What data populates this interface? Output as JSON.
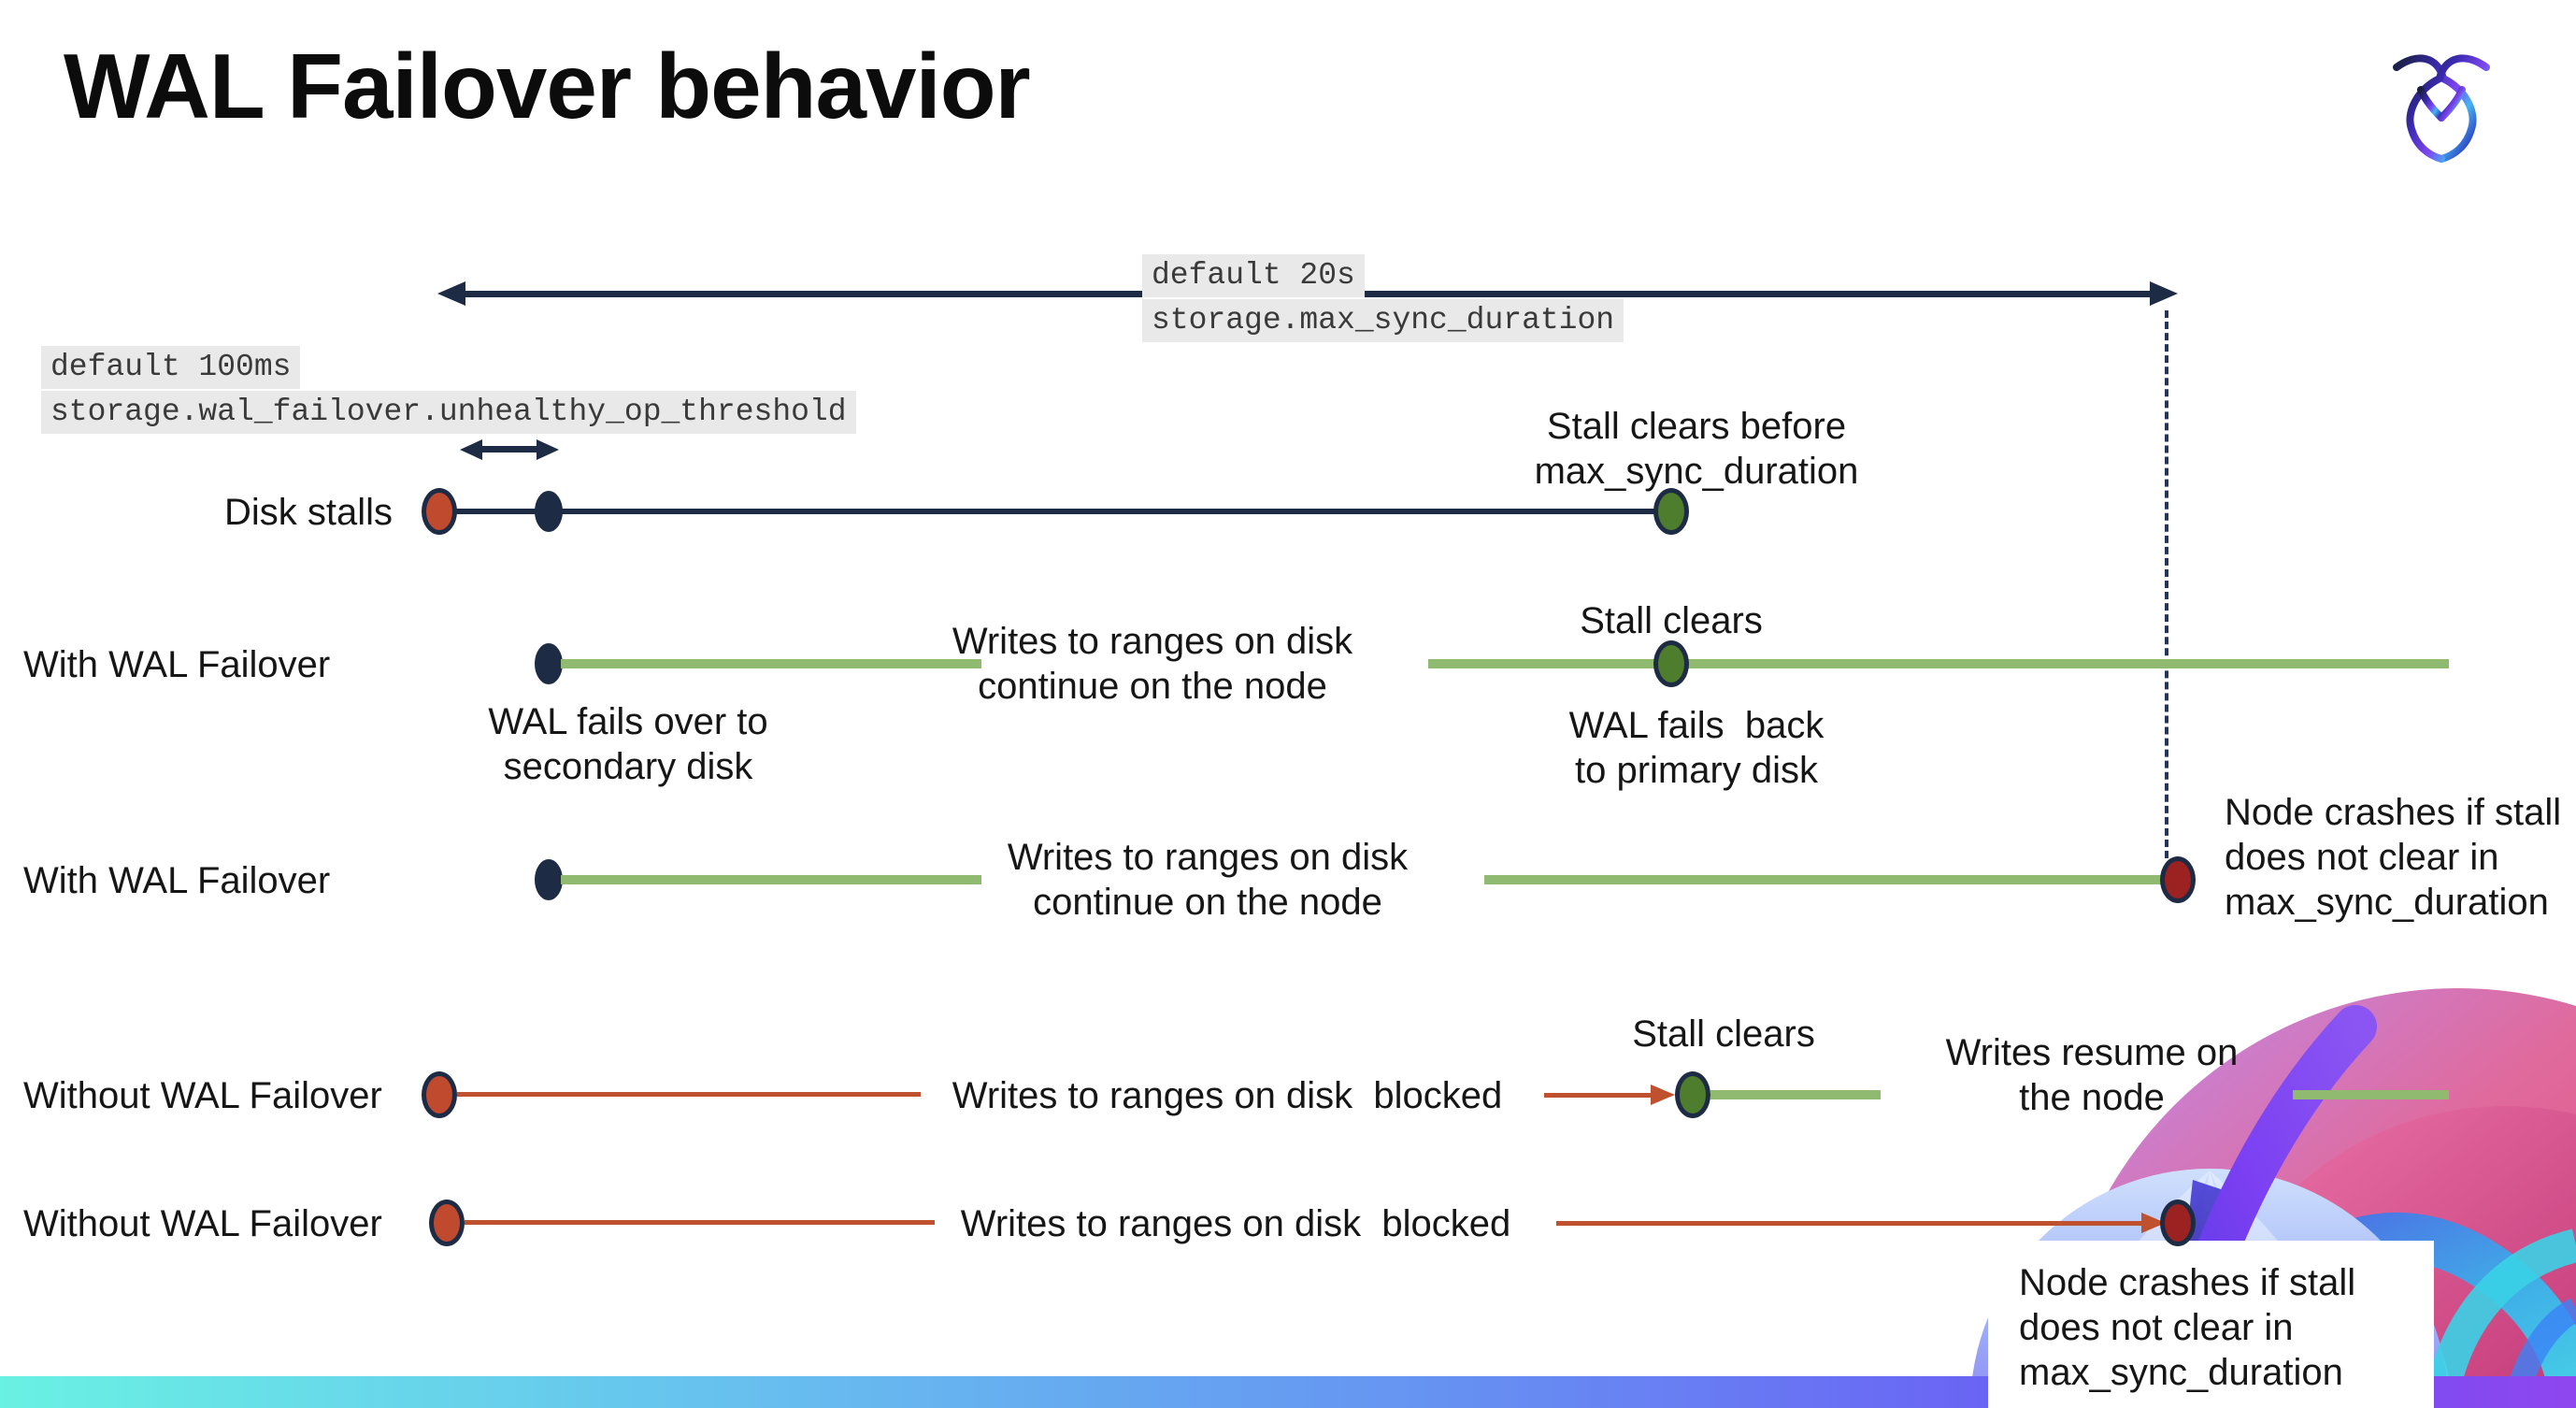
{
  "title": "WAL Failover behavior",
  "logo": {
    "name": "cockroachdb-logo"
  },
  "annotations": {
    "max_sync_duration": {
      "default_label": "default 20s",
      "setting": "storage.max_sync_duration"
    },
    "unhealthy_op_threshold": {
      "default_label": "default 100ms",
      "setting": "storage.wal_failover.unhealthy_op_threshold"
    }
  },
  "rows": [
    {
      "label": "Disk stalls",
      "note": "Stall clears before\nmax_sync_duration"
    },
    {
      "label": "With WAL Failover",
      "writes": "Writes to ranges on disk\ncontinue on the node",
      "stall": "Stall clears",
      "failover": "WAL fails over to\nsecondary disk",
      "failback": "WAL fails  back\nto primary disk"
    },
    {
      "label": "With WAL Failover",
      "writes": "Writes to ranges on disk\ncontinue on the node",
      "crash": "Node crashes if stall\ndoes not clear in\nmax_sync_duration"
    },
    {
      "label": "Without WAL Failover",
      "writes": "Writes to ranges on disk  blocked",
      "stall": "Stall clears",
      "resume": "Writes resume on\nthe node"
    },
    {
      "label": "Without WAL Failover",
      "writes": "Writes to ranges on disk  blocked",
      "crash": "Node crashes if stall\ndoes not clear in\nmax_sync_duration"
    }
  ],
  "colors": {
    "navy": "#1e2b45",
    "green_line": "#8fba70",
    "green_dot": "#4e7d2d",
    "red_line": "#c0512f",
    "red_dot": "#bf4a2e",
    "dark_red_dot": "#9c2121",
    "code_background": "#e9e9e9",
    "bar_gradient_start": "#69f1e3",
    "bar_gradient_end": "#8f46ef"
  }
}
